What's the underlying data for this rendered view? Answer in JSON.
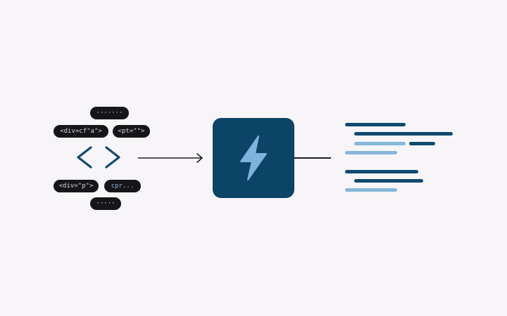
{
  "code_tokens": {
    "row1": "·······",
    "row2_a": "<div=cf\"a\">",
    "row2_b": "<pt=\"\">",
    "row3_a": "<div=\"p\">",
    "row3_b": "cpr...",
    "row4": "·····"
  },
  "icons": {
    "code": "angle-brackets-icon",
    "process": "lightning-bolt-icon",
    "arrow": "arrow-right-icon",
    "output": "text-lines-icon"
  },
  "colors": {
    "background": "#f7f5f8",
    "pill": "#161618",
    "processor": "#0c4468",
    "bolt": "#7fb2dc",
    "dark_line": "#0f4a70",
    "light_line": "#86b6da",
    "angle_brackets": "#0f4a70"
  }
}
